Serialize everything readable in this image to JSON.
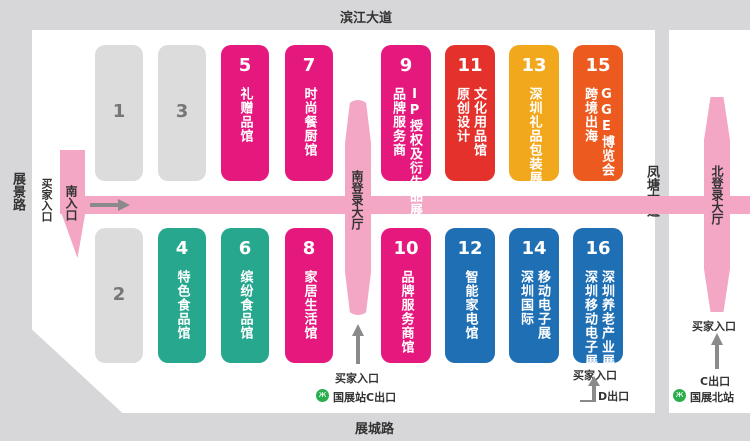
{
  "roads": {
    "north": "滨江大道",
    "south": "展城路",
    "west": "展景路",
    "middle": "凤塘大道"
  },
  "south_entrance": {
    "label": "南入口",
    "buyer_label": "买家入口"
  },
  "south_hall": "南登录大厅",
  "north_hall": "北登录大厅",
  "halls_top": [
    {
      "num": "1",
      "name": "",
      "color": "#dcdcdc"
    },
    {
      "num": "3",
      "name": "",
      "color": "#dcdcdc"
    },
    {
      "num": "5",
      "name": "礼赠品馆",
      "color": "#e5197d"
    },
    {
      "num": "7",
      "name": "时尚餐厨馆",
      "color": "#e5197d"
    },
    {
      "num": "9",
      "name": "IP授权及衍生品展|品牌服务商",
      "color": "#e5197d"
    },
    {
      "num": "11",
      "name": "文化用品馆|原创设计",
      "color": "#e5312b"
    },
    {
      "num": "13",
      "name": "深圳礼品包装展",
      "color": "#f2a81d"
    },
    {
      "num": "15",
      "name": "GGE博览会|跨境出海",
      "color": "#ed5a1f"
    }
  ],
  "halls_bottom": [
    {
      "num": "2",
      "name": "",
      "color": "#dcdcdc"
    },
    {
      "num": "4",
      "name": "特色食品馆",
      "color": "#27a88e"
    },
    {
      "num": "6",
      "name": "缤纷食品馆",
      "color": "#27a88e"
    },
    {
      "num": "8",
      "name": "家居生活馆",
      "color": "#e5197d"
    },
    {
      "num": "10",
      "name": "品牌服务商馆",
      "color": "#e5197d"
    },
    {
      "num": "12",
      "name": "智能家电馆",
      "color": "#1f6fb5"
    },
    {
      "num": "14",
      "name": "移动电子展|深圳国际",
      "color": "#1f6fb5"
    },
    {
      "num": "16",
      "name": "深圳养老产业展|深圳移动电子展",
      "color": "#1f6fb5"
    }
  ],
  "bottom_labels": {
    "buyer_entrance_1": "买家入口",
    "station_c": "国展站C出口",
    "buyer_entrance_2": "买家入口",
    "exit_d": "D出口",
    "buyer_entrance_3": "买家入口",
    "exit_c": "C出口",
    "station_north": "国展北站"
  },
  "colors": {
    "corridor": "#f4a6c5",
    "metro": "#2dae4e",
    "arrow": "#8a8a8a"
  }
}
